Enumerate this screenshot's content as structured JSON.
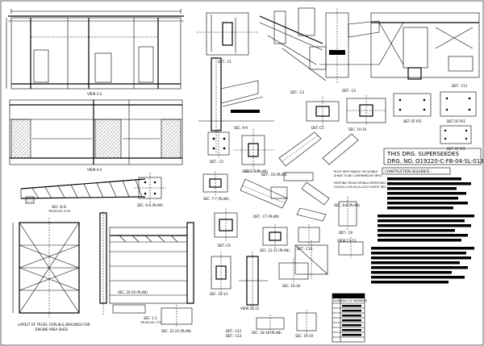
{
  "title_block": {
    "line1": "THIS DRG. SUPERSEEDES",
    "line2": "DRG. NO. O19220-C-FB-04-SL-0137"
  },
  "notes": {
    "construction_sequence": "CONSTRUCTION SEQUENCE :-",
    "roof_note_1": "ROOF WITH SINGLE OR DOUBLE",
    "roof_note_2": "SHEAT TO BE CONFIRMED BY MRVL",
    "existing_note_1": "EXISTING TRUSS DETAILS REFER DRG. NO.",
    "existing_note_2": "O19220-C-FB-04-SL-0137 LATEST REV."
  },
  "schedule": {
    "title": "SCHEDULE OF MEMBERS"
  },
  "labels": {
    "view_22": "VIEW 2-2",
    "view_44": "VIEW 4-4",
    "det_c1": "DET.- C1",
    "det_c2": "DET.- C2",
    "det_c3": "DET.- C3",
    "det_c4": "DET.- C4",
    "det_c5": "DET.-C5",
    "det_c6": "DET.- C6 (PLAN)",
    "det_c7": "DET.- C7 (PLAN)",
    "det_c8": "DET.- C8",
    "det_c9": "DET.-C9",
    "det_c10": "DET.- C10",
    "det_c11": "DET.- C11",
    "det_c12": "DET.- C12",
    "det_c13": "DET.- C13",
    "det_plt_1": "DET OF PLT.",
    "det_plt_2": "DET OF PLT.",
    "det_plt_3": "DET OF PLT.",
    "sec_99": "SEC. 9-9",
    "sec_1010": "SEC. 10-10",
    "sec_33": "SEC. 3-3 (PLAN)",
    "sec_55": "SEC. 5-5",
    "sec_66": "SEC. 6-6 (PLAN)",
    "sec_77": "SEC. 7-7 (PLAN)",
    "sec_88": "SEC. 8-8 (PLAN)",
    "sec_1212": "SEC. 12-12 (PLAN)",
    "sec_1414": "SEC. 14-14",
    "sec_1515": "VIEW 15-15",
    "sec_1616": "SEC. 16-16",
    "sec_1818": "SEC. 18-18 (PLAN)",
    "sec_1919": "SEC. 19-19",
    "sec_2020": "SEC. 20-20 (PLAN)",
    "sec_2222": "SEC. 22-22 (PLAN)",
    "sec_1313": "VIEW 13-13",
    "sec_11": "SEC. 1-1",
    "sec_dd": "SEC. D-D",
    "truss_dd": "TRUSS NO. D-TS",
    "truss_cc": "TRUSS NO. CTC",
    "layout_1": "LAYOUT OF TRUSS, PURLIN & BRACINGS FOR",
    "layout_2": "ENGINE AREA SHED"
  }
}
